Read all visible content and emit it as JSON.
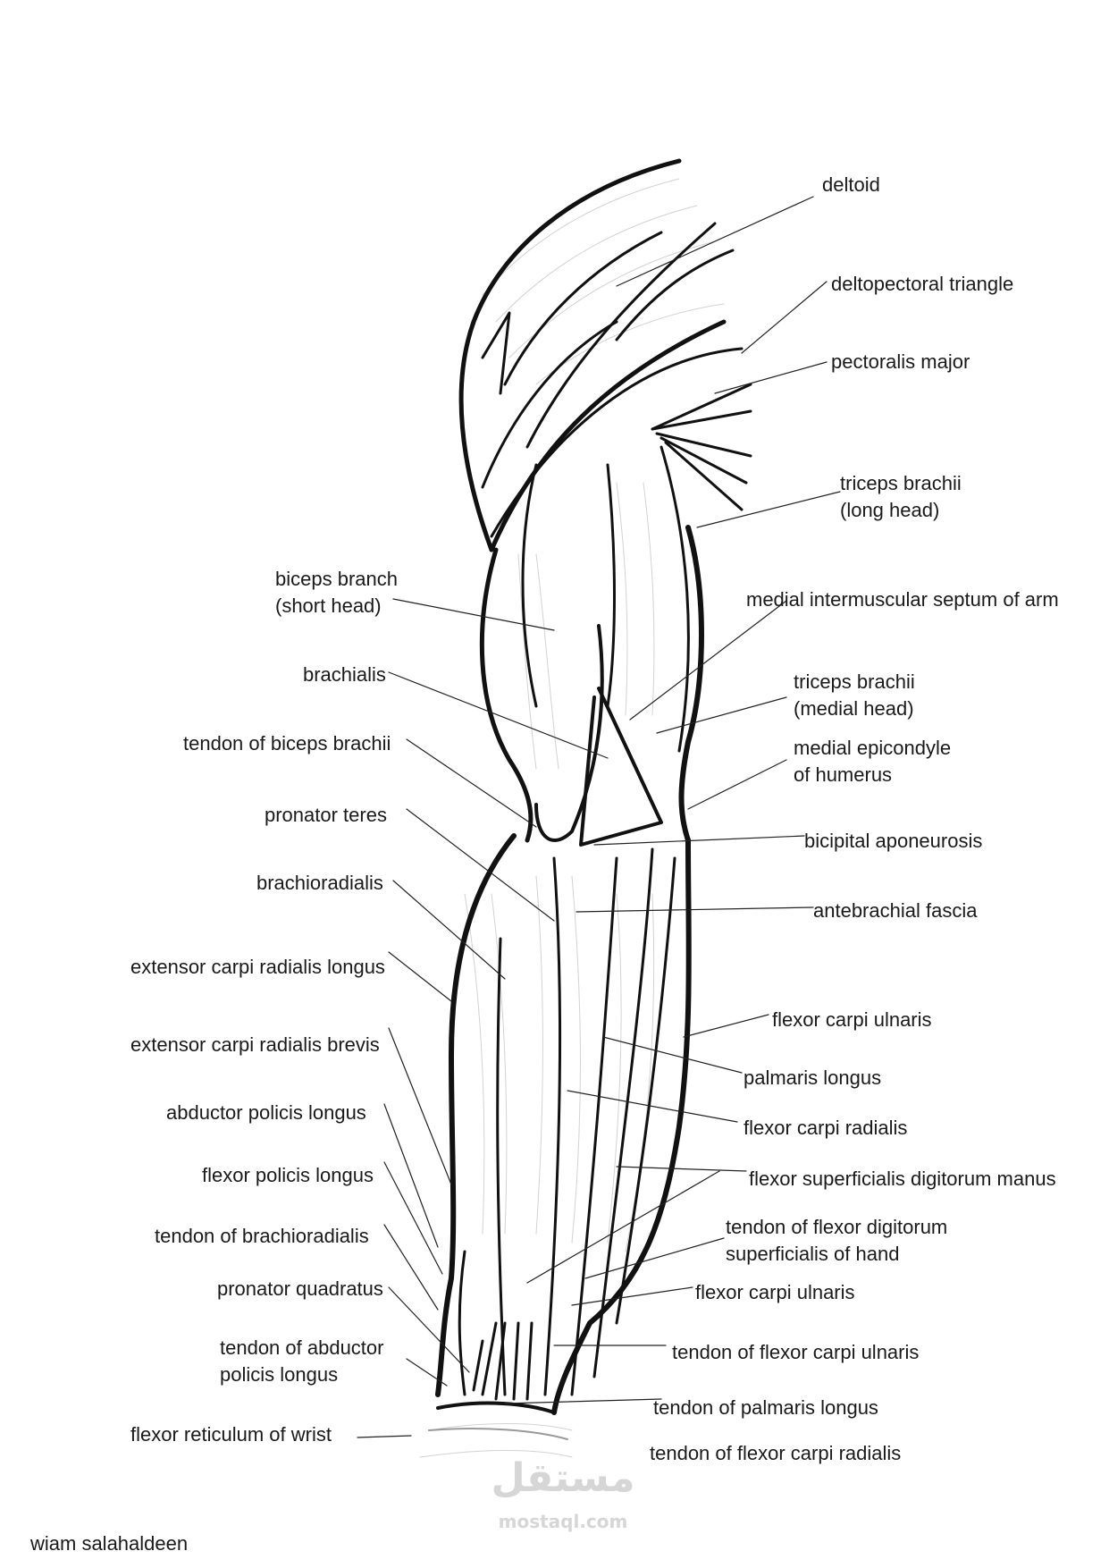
{
  "labels": {
    "deltoid": "deltoid",
    "deltopectoral_triangle": "deltopectoral triangle",
    "pectoralis_major": "pectoralis major",
    "triceps_long": "triceps brachii\n(long head)",
    "biceps_short": "biceps branch\n(short head)",
    "medial_septum": "medial intermuscular septum of arm",
    "brachialis": "brachialis",
    "triceps_medial": "triceps brachii\n(medial head)",
    "tendon_biceps": "tendon of biceps brachii",
    "medial_epicondyle": "medial epicondyle\nof humerus",
    "pronator_teres": "pronator teres",
    "bicipital_aponeurosis": "bicipital aponeurosis",
    "brachioradialis": "brachioradialis",
    "antebrachial_fascia": "antebrachial fascia",
    "ecr_longus": "extensor carpi radialis longus",
    "fcu_upper": "flexor carpi ulnaris",
    "ecr_brevis": "extensor carpi radialis brevis",
    "palmaris_longus": "palmaris longus",
    "abductor_pl": "abductor policis longus",
    "fcr": "flexor carpi radialis",
    "flexor_pl": "flexor policis longus",
    "fsdm": "flexor superficialis digitorum manus",
    "tendon_brachioradialis": "tendon of brachioradialis",
    "tendon_fds": "tendon of flexor digitorum\nsuperficialis of hand",
    "pronator_quadratus": "pronator quadratus",
    "fcu_lower": "flexor carpi ulnaris",
    "tendon_apl": "tendon of abductor\npolicis longus",
    "tendon_fcu": "tendon of flexor carpi ulnaris",
    "tendon_palmaris": "tendon of palmaris longus",
    "flexor_reticulum": "flexor reticulum of wrist",
    "tendon_fcr": "tendon of flexor carpi radialis"
  },
  "credit": "wiam salahaldeen",
  "watermark": {
    "arabic": "مستقل",
    "latin": "mostaql.com"
  }
}
